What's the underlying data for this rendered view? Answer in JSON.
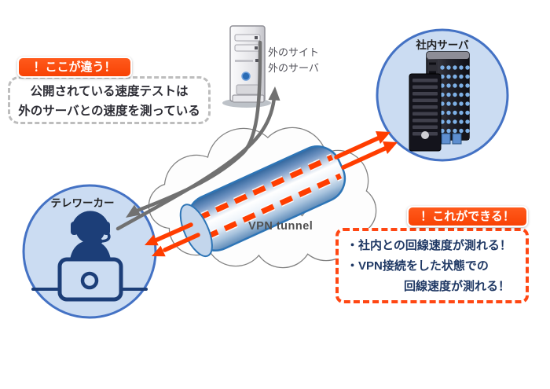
{
  "diagram": {
    "teleworker": {
      "label": "テレワーカー"
    },
    "external_server": {
      "line1": "外のサイト",
      "line2": "外のサーバ"
    },
    "company_server": {
      "label": "社内サーバ"
    },
    "tunnel": {
      "label": "VPN tunnel"
    },
    "callout_left": {
      "badge": "！ここが違う！",
      "line1": "公開されている速度テストは",
      "line2": "外のサーバとの速度を測っている"
    },
    "callout_right": {
      "badge": "！これができる！",
      "line1": "・社内との回線速度が測れる！",
      "line2": "・VPN接続をした状態での",
      "line3": "回線速度が測れる！"
    },
    "colors": {
      "accent_orange": "#ff4713",
      "arrow_orange": "#ff3d00",
      "arrow_gray": "#717171",
      "circle_fill": "#cbdcf2",
      "circle_border": "#4472c4",
      "tunnel_border": "#2e75b6",
      "text_navy": "#1f3864",
      "cloud_border": "#808080"
    }
  }
}
